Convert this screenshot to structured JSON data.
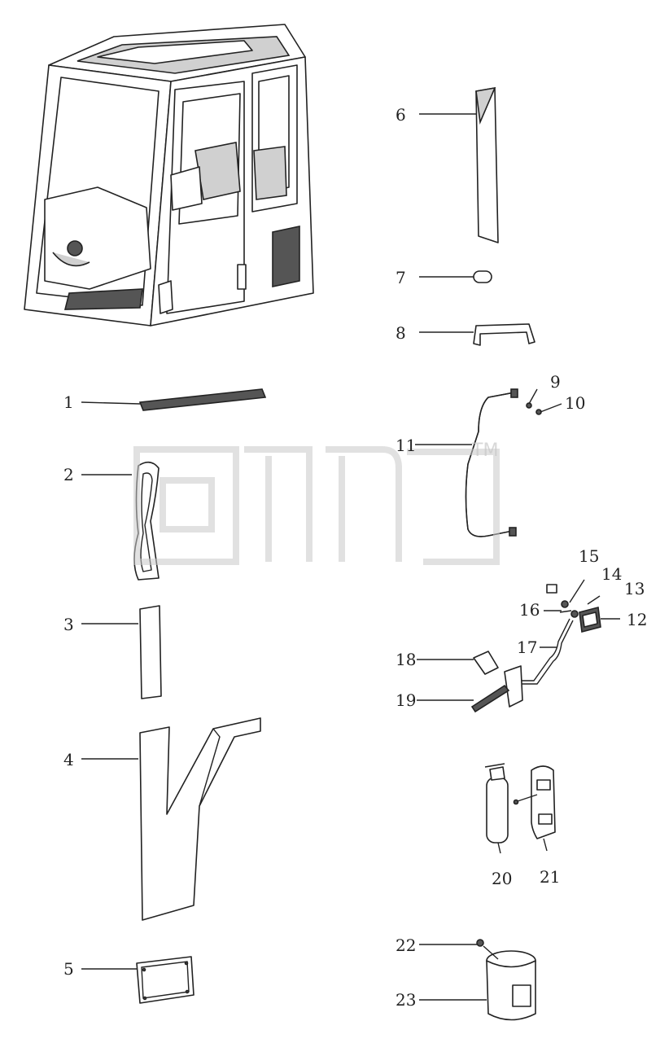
{
  "diagram": {
    "callouts": [
      {
        "number": "1"
      },
      {
        "number": "2"
      },
      {
        "number": "3"
      },
      {
        "number": "4"
      },
      {
        "number": "5"
      },
      {
        "number": "6"
      },
      {
        "number": "7"
      },
      {
        "number": "8"
      },
      {
        "number": "9"
      },
      {
        "number": "10"
      },
      {
        "number": "11"
      },
      {
        "number": "12"
      },
      {
        "number": "13"
      },
      {
        "number": "14"
      },
      {
        "number": "15"
      },
      {
        "number": "16"
      },
      {
        "number": "17"
      },
      {
        "number": "18"
      },
      {
        "number": "19"
      },
      {
        "number": "20"
      },
      {
        "number": "21"
      },
      {
        "number": "22"
      },
      {
        "number": "23"
      }
    ],
    "watermark": {
      "trademark": "TM"
    },
    "colors": {
      "line": "#222222",
      "part_fill": "#ffffff",
      "shade": "#d0d0d0",
      "watermark": "#c8c8c8"
    }
  }
}
